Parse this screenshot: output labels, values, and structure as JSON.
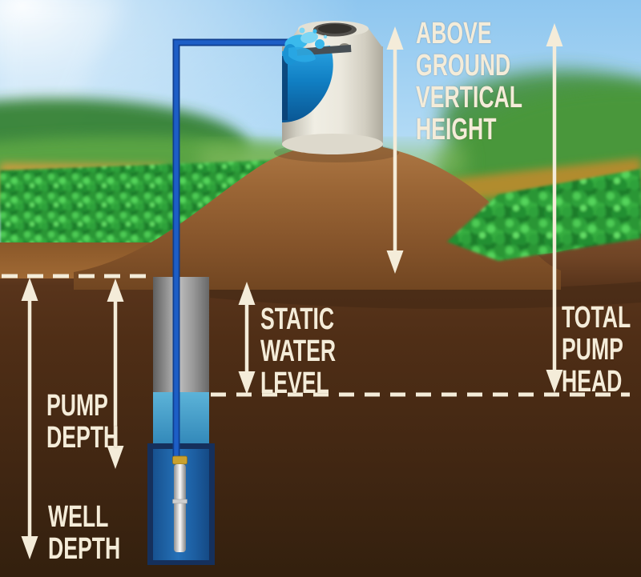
{
  "diagram": {
    "labels": {
      "above_ground_vertical_height": "ABOVE\nGROUND\nVERTICAL\nHEIGHT",
      "static_water_level": "STATIC\nWATER\nLEVEL",
      "total_pump_head": "TOTAL\nPUMP\nHEAD",
      "pump_depth": "PUMP\nDEPTH",
      "well_depth": "WELL\nDEPTH"
    },
    "colors": {
      "annotation_cream": "#f4ecd9",
      "pipe_blue": "#1d5ec6",
      "well_water_teal": "#3f9dc8",
      "deep_water_blue": "#1f63a8",
      "soil_dark_brown": "#52301a",
      "mound_brown": "#9a6535",
      "topsoil_light_brown": "#9d6531",
      "crop_green": "#2fa23a",
      "sky_blue": "#a9d3f2",
      "tank_body_cream": "#e9e6da",
      "casing_gray": "#9a9a9a"
    }
  }
}
